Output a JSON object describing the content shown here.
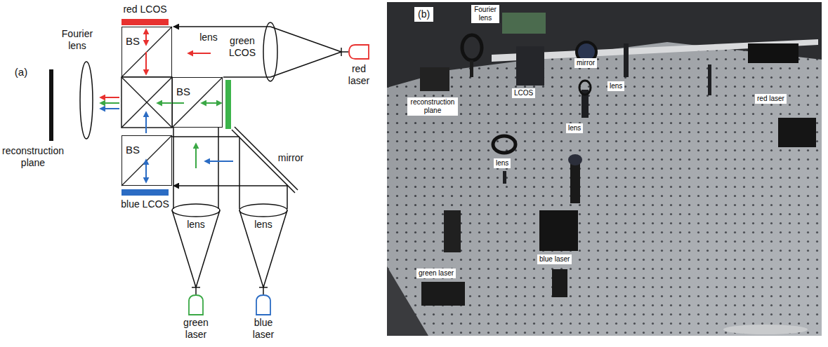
{
  "diagram": {
    "nodes": [
      {
        "text": [
          "red LCOS"
        ]
      },
      {
        "text": [
          "BS"
        ]
      },
      {
        "text": [
          "red laser"
        ]
      },
      {
        "text": [
          "green LCOS"
        ]
      },
      {
        "text": [
          "BS"
        ]
      },
      {
        "text": [
          "BS"
        ]
      },
      {
        "text": [
          "blue LCOS"
        ]
      },
      {
        "text": [
          "green laser"
        ]
      },
      {
        "text": [
          "blue laser"
        ]
      },
      {
        "text": [
          "(b)"
        ]
      },
      {
        "text": [
          "Fourier lens"
        ],
        "in": 9
      },
      {
        "text": [
          "mirror"
        ],
        "in": 9
      },
      {
        "text": [
          "lens"
        ],
        "in": 9
      },
      {
        "text": [
          "LCOS"
        ],
        "in": 9
      },
      {
        "text": [
          "red laser"
        ],
        "in": 9
      },
      {
        "text": [
          "reconstruction plane"
        ],
        "in": 9
      },
      {
        "text": [
          "lens"
        ],
        "in": 9
      },
      {
        "text": [
          "lens"
        ],
        "in": 9
      },
      {
        "text": [
          "blue laser"
        ],
        "in": 9
      },
      {
        "text": [
          "green laser"
        ],
        "in": 9
      }
    ],
    "labels": [
      "(a)",
      "Fourier lens",
      "reconstruction plane",
      "lens",
      "mirror",
      "lens",
      "lens"
    ]
  }
}
